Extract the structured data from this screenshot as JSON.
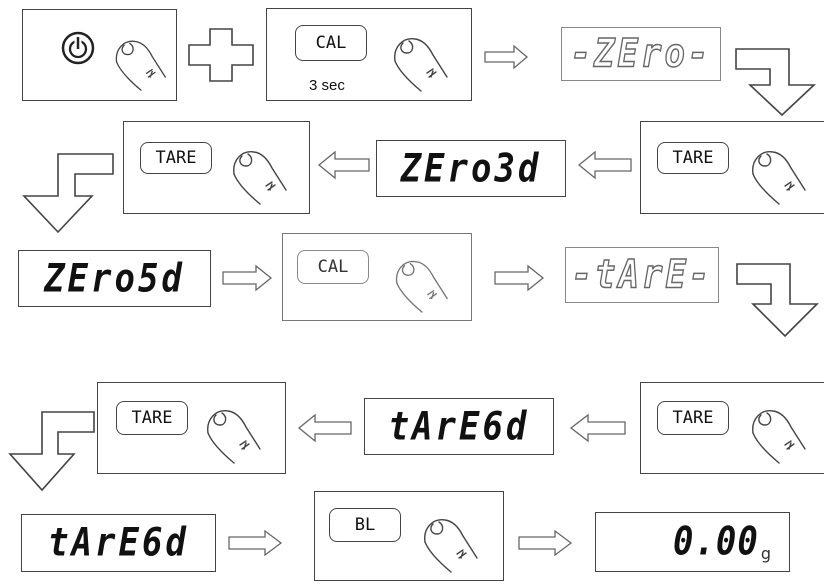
{
  "rows": [
    {
      "steps": [
        {
          "kind": "button",
          "key": "power-icon",
          "note": ""
        },
        {
          "kind": "plus"
        },
        {
          "kind": "button",
          "key": "CAL",
          "note": "3 sec"
        },
        {
          "kind": "display",
          "text": "-ZEro-"
        }
      ]
    },
    {
      "steps": [
        {
          "kind": "button",
          "key": "TARE"
        },
        {
          "kind": "display",
          "text": "ZEro3d"
        },
        {
          "kind": "button",
          "key": "TARE"
        }
      ]
    },
    {
      "steps": [
        {
          "kind": "display",
          "text": "ZEro5d"
        },
        {
          "kind": "button",
          "key": "CAL"
        },
        {
          "kind": "display",
          "text": "-tArE-"
        }
      ]
    },
    {
      "steps": [
        {
          "kind": "button",
          "key": "TARE"
        },
        {
          "kind": "display",
          "text": "tArE6d"
        },
        {
          "kind": "button",
          "key": "TARE"
        }
      ]
    },
    {
      "steps": [
        {
          "kind": "display",
          "text": "tArE6d"
        },
        {
          "kind": "button",
          "key": "BL"
        },
        {
          "kind": "display",
          "text": "0.00",
          "unit": "g"
        }
      ]
    }
  ],
  "icons": {
    "finger": "finger-icon",
    "power": "power-icon",
    "flow_arrow": "arrow-right-icon",
    "back_arrow": "arrow-left-icon",
    "turn_down": "elbow-down-arrow-icon"
  },
  "colors": {
    "line": "#444444",
    "faint_line": "#888888",
    "background": "#ffffff"
  }
}
